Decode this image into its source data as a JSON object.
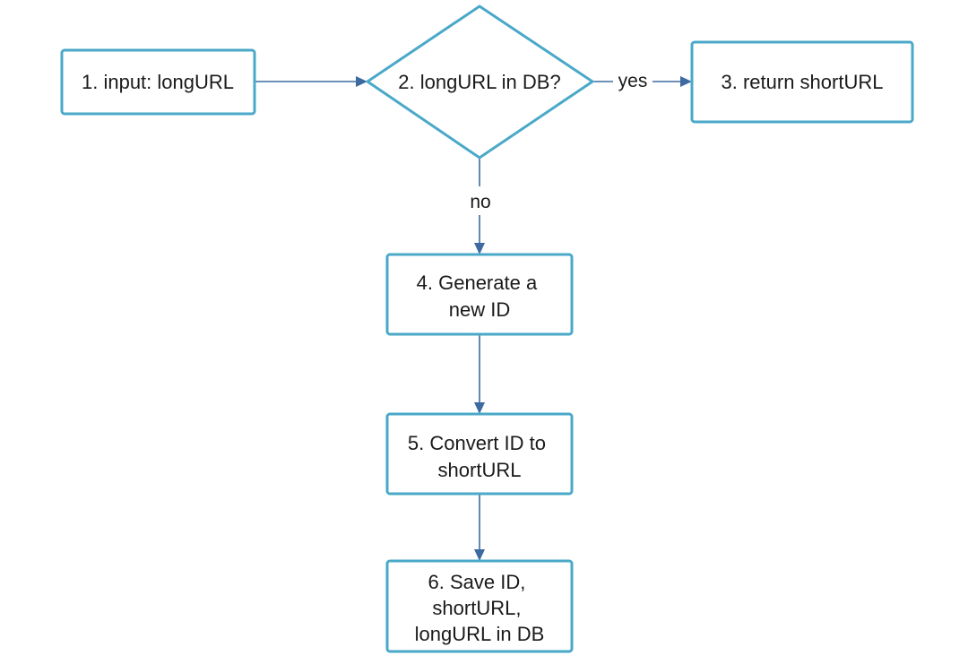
{
  "nodes": [
    {
      "id": "n1",
      "shape": "rect",
      "lines": [
        "1. input: longURL"
      ]
    },
    {
      "id": "n2",
      "shape": "diamond",
      "lines": [
        "2. longURL in DB?"
      ]
    },
    {
      "id": "n3",
      "shape": "rect",
      "lines": [
        "3. return shortURL"
      ]
    },
    {
      "id": "n4",
      "shape": "rect",
      "lines": [
        "4. Generate a",
        "new ID"
      ]
    },
    {
      "id": "n5",
      "shape": "rect",
      "lines": [
        "5. Convert ID to",
        "shortURL"
      ]
    },
    {
      "id": "n6",
      "shape": "rect",
      "lines": [
        "6. Save ID,",
        "shortURL,",
        "longURL in DB"
      ]
    }
  ],
  "edges": [
    {
      "from": "n1",
      "to": "n2",
      "label": ""
    },
    {
      "from": "n2",
      "to": "n3",
      "label": "yes"
    },
    {
      "from": "n2",
      "to": "n4",
      "label": "no"
    },
    {
      "from": "n4",
      "to": "n5",
      "label": ""
    },
    {
      "from": "n5",
      "to": "n6",
      "label": ""
    }
  ],
  "colors": {
    "node_border": "#4aa8c8",
    "edge": "#3d6aa0",
    "text": "#1a1a1a"
  }
}
